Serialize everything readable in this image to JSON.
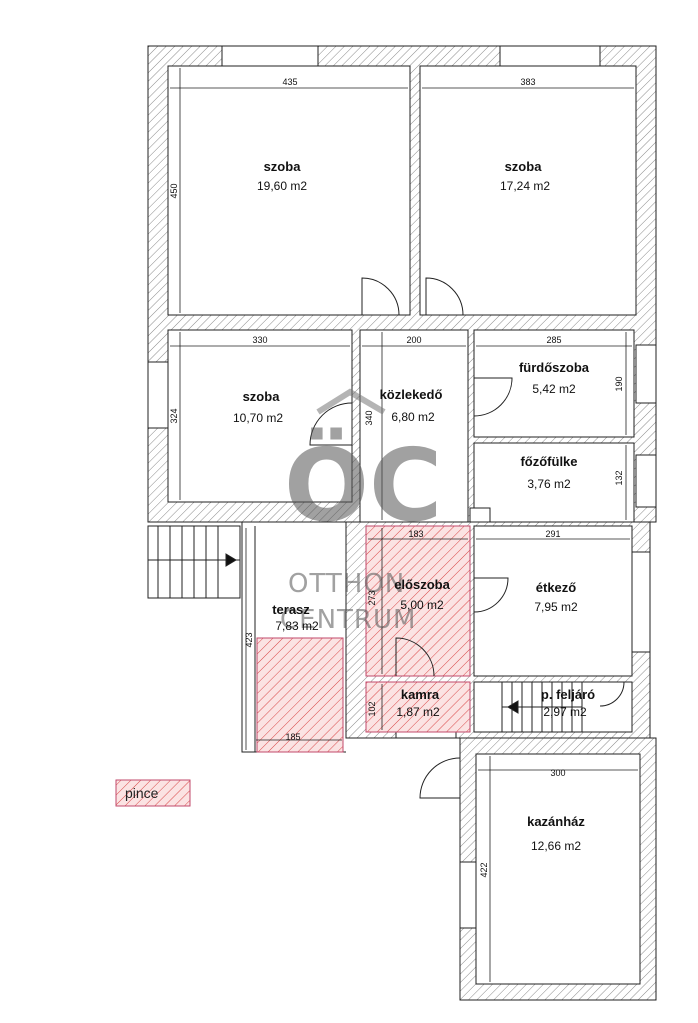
{
  "rooms": {
    "szoba1": {
      "name": "szoba",
      "area": "19,60 m2",
      "dim_w": "435",
      "dim_h": "450"
    },
    "szoba2": {
      "name": "szoba",
      "area": "17,24 m2",
      "dim_w": "383"
    },
    "szoba3": {
      "name": "szoba",
      "area": "10,70 m2",
      "dim_w": "330",
      "dim_h": "324"
    },
    "kozlekedo": {
      "name": "közlekedő",
      "area": "6,80 m2",
      "dim_w": "200",
      "dim_h": "340"
    },
    "furdoszoba": {
      "name": "fürdőszoba",
      "area": "5,42 m2",
      "dim_w": "285",
      "dim_h": "190"
    },
    "fozofulke": {
      "name": "főzőfülke",
      "area": "3,76 m2",
      "dim_h": "132"
    },
    "eloszoba": {
      "name": "előszoba",
      "area": "5,00 m2",
      "dim_w": "183",
      "dim_h": "273"
    },
    "etkezo": {
      "name": "étkező",
      "area": "7,95 m2",
      "dim_w": "291"
    },
    "terasz": {
      "name": "terasz",
      "area": "7,83 m2",
      "dim_w": "185",
      "dim_h": "423"
    },
    "kamra": {
      "name": "kamra",
      "area": "1,87 m2",
      "dim_h": "102"
    },
    "feljaro": {
      "name": "p. feljáró",
      "area": "2,97 m2"
    },
    "kazanhaz": {
      "name": "kazánház",
      "area": "12,66 m2",
      "dim_w": "300",
      "dim_h": "422"
    }
  },
  "legend": {
    "label": "pince",
    "color": "#e04a4a"
  },
  "watermark": {
    "letters": "ÖC",
    "line1": "OTTHON",
    "line2": "CENTRUM"
  },
  "colors": {
    "wall_hatch": "#888888",
    "pince_hatch": "#d83b3b",
    "line": "#222222"
  }
}
